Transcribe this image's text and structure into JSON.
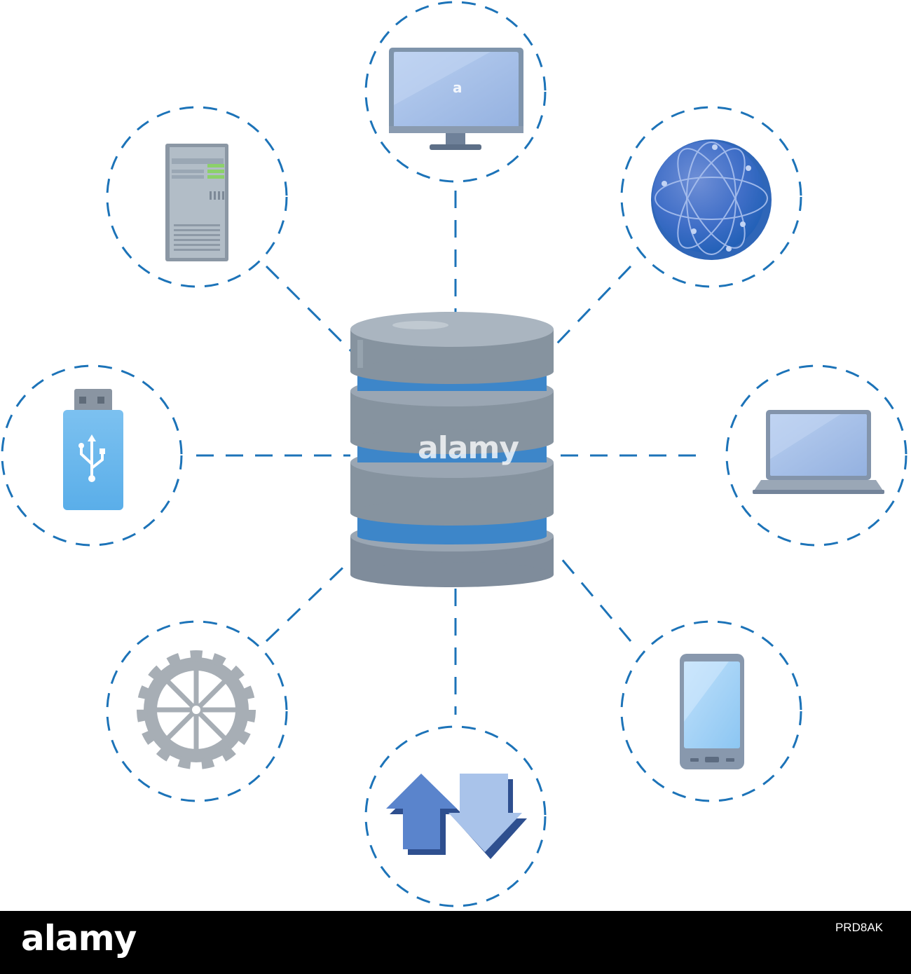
{
  "watermark": "alamy",
  "footer": {
    "brand": "alamy",
    "image_id": "PRD8AK"
  },
  "hub": {
    "icon": "database-icon"
  },
  "nodes": [
    {
      "icon": "monitor-icon"
    },
    {
      "icon": "globe-network-icon"
    },
    {
      "icon": "laptop-icon"
    },
    {
      "icon": "smartphone-icon"
    },
    {
      "icon": "sync-arrows-icon"
    },
    {
      "icon": "gear-icon"
    },
    {
      "icon": "usb-drive-icon"
    },
    {
      "icon": "server-tower-icon"
    }
  ],
  "colors": {
    "dashed_line": "#1c73b8",
    "device_blue": "#a9c3ea",
    "device_gray": "#8d9aa6",
    "database_gray": "#8a97a6",
    "database_band": "#3d86c9"
  }
}
